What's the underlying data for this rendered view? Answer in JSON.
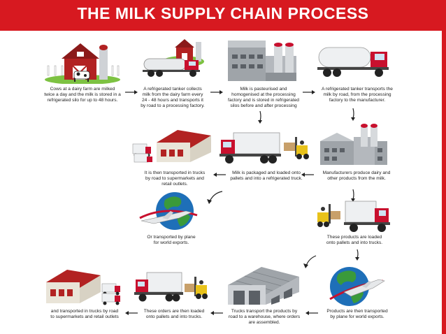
{
  "title": "THE MILK SUPPLY CHAIN PROCESS",
  "colors": {
    "banner": "#d71920",
    "truck_cab": "#c8102e",
    "barn": "#b22222",
    "forklift": "#e8c21a",
    "grass": "#7dc242",
    "globe_land": "#3a9a3a",
    "globe_sea": "#1e6fb8"
  },
  "steps": [
    {
      "icon": "barn-cow-icon",
      "caption": "Cows at a dairy farm are milked\ntwice a day and the milk is stored in a\nrefrigerated silo for up to 48 hours."
    },
    {
      "icon": "tanker-farm-icon",
      "caption": "A refrigerated tanker collects\nmilk from the dairy farm every\n24 - 48 hours and transports it\nby road to a processing factory."
    },
    {
      "icon": "processing-factory-icon",
      "caption": "Milk is pasteurised and\nhomogenised at the processing\nfactory and is stored in refrigerated\nsilos before and after processing"
    },
    {
      "icon": "tanker-truck-icon",
      "caption": "A refrigerated tanker transports the\nmilk by road, from the processing\nfactory to the manufacturer."
    },
    {
      "icon": "manufacturer-factory-icon",
      "caption": "Manufacturers produce dairy and\nother products from the milk."
    },
    {
      "icon": "truck-forklift-icon",
      "caption": "Milk is packaged and loaded onto\npallets and into a refrigerated truck."
    },
    {
      "icon": "retail-store-icon",
      "caption": "It is then transported in trucks\nby road to supermarkets and\nretail outlets."
    },
    {
      "icon": "airplane-globe-icon",
      "caption": "Or transported by plane\nfor world exports."
    },
    {
      "icon": "forklift-truck-icon",
      "caption": "These products are loaded\nonto pallets and into trucks."
    },
    {
      "icon": "globe-plane-icon",
      "caption": "Products are then transported\nby plane for world exports."
    },
    {
      "icon": "warehouse-icon",
      "caption": "Trucks transport the products by\nroad to a warehouse, where orders\nare assembled."
    },
    {
      "icon": "truck-forklift-icon",
      "caption": "These orders are then loaded\nonto pallets and into trucks."
    },
    {
      "icon": "store-trucks-icon",
      "caption": "and transported in trucks by road\nto supermarkets and retail outlets"
    }
  ]
}
